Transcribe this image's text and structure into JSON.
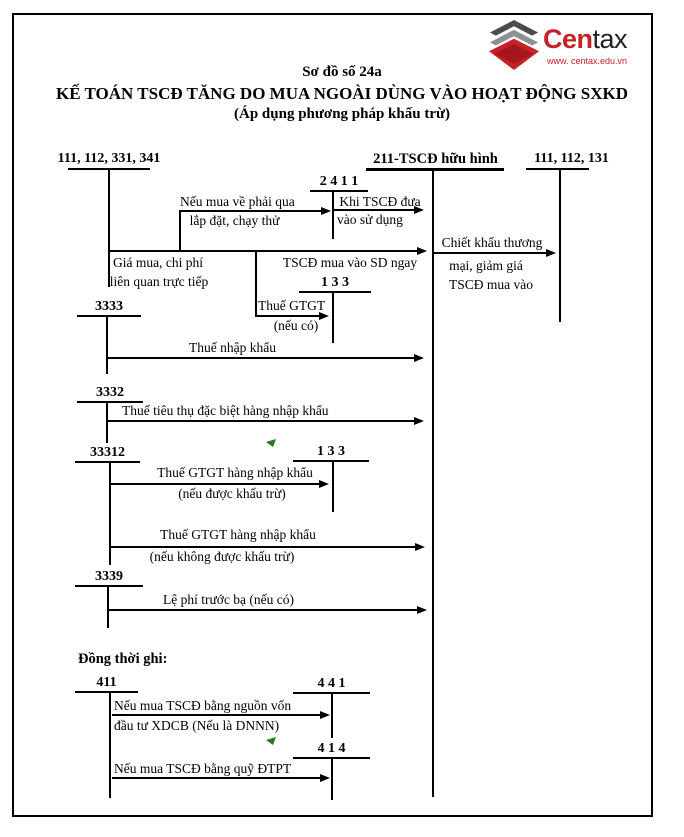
{
  "logo": {
    "brand_red": "Cen",
    "brand_black": "tax",
    "url": "www. centax.edu.vn"
  },
  "header": {
    "scheme_no": "Sơ đồ số 24a",
    "title": "KẾ TOÁN TSCĐ TĂNG DO MUA NGOÀI DÙNG VÀO HOẠT ĐỘNG SXKD",
    "subtitle": "(Áp dụng phương pháp khấu trừ)"
  },
  "accounts": {
    "left_top": "111, 112, 331, 341",
    "center": "211-TSCĐ hữu hình",
    "right_top": "111, 112, 131",
    "acc_2411": "2 4 1 1",
    "acc_133a": "1 3 3",
    "acc_3333": "3333",
    "acc_3332": "3332",
    "acc_33312": "33312",
    "acc_133b": "1 3 3",
    "acc_3339": "3339",
    "acc_411": "411",
    "acc_441": "4 4 1",
    "acc_414": "4 1 4"
  },
  "labels": {
    "install_l1": "Nếu mua về phải qua",
    "install_l2": "lắp đặt, chạy thử",
    "inuse_l1": "Khi TSCĐ đưa",
    "inuse_l2": "vào sử dụng",
    "price_l1": "Giá mua, chi phí",
    "price_l2": "liên quan trực tiếp",
    "direct_use": "TSCĐ mua vào SD ngay",
    "vat_l1": "Thuế GTGT",
    "vat_l2": "(nếu có)",
    "import_tax": "Thuế nhập khẩu",
    "special_consumption_tax": "Thuế tiêu thụ đặc biệt hàng nhập khẩu",
    "vat_import1_l1": "Thuế GTGT hàng nhập khẩu",
    "vat_import1_l2": "(nếu  được khấu trừ)",
    "vat_import2_l1": "Thuế GTGT hàng nhập khẩu",
    "vat_import2_l2": "(nếu không được khấu trừ)",
    "registration_fee": "Lệ phí trước bạ (nếu có)",
    "discount_l1": "Chiết khấu thương",
    "discount_l2": "mại, giảm giá",
    "discount_l3": "TSCĐ mua vào",
    "simultaneous": "Đồng thời ghi:",
    "fund441_l1": "Nếu mua TSCĐ bằng nguồn vốn",
    "fund441_l2": "đầu tư XDCB (Nếu là DNNN)",
    "fund414": "Nếu mua TSCĐ bằng quỹ ĐTPT"
  },
  "colors": {
    "line": "#000000",
    "brand_red": "#c62127",
    "cursor_green": "#1e7d1e"
  }
}
